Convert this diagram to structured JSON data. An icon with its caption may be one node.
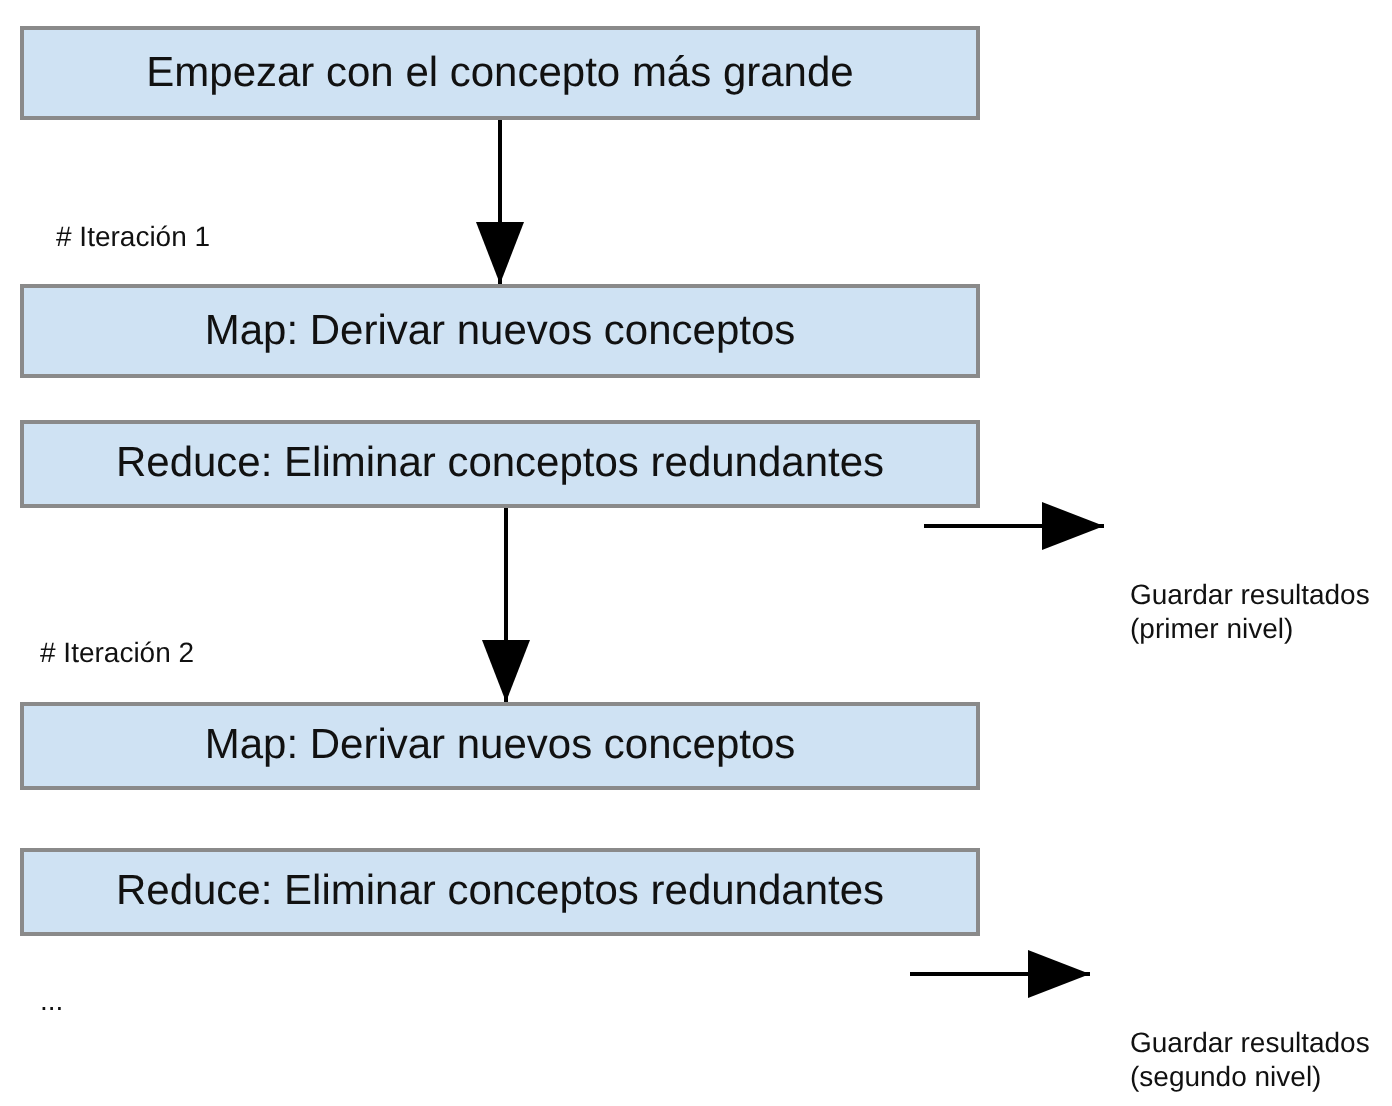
{
  "diagram": {
    "nodes": [
      {
        "text": [
          "Empezar con el concepto más grande"
        ]
      },
      {
        "text": [
          "Map: Derivar nuevos conceptos"
        ]
      },
      {
        "text": [
          "Reduce: Eliminar conceptos redundantes"
        ]
      },
      {
        "text": [
          "Map: Derivar nuevos conceptos"
        ]
      },
      {
        "text": [
          "Reduce: Eliminar conceptos redundantes"
        ]
      },
      {
        "text": [
          "Guardar resultados (primer nivel)"
        ]
      },
      {
        "text": [
          "Guardar resultados (segundo nivel)"
        ]
      }
    ],
    "edges": [
      {
        "from": 0,
        "to": 1,
        "arrow": "to"
      },
      {
        "from": 2,
        "to": 3,
        "arrow": "to"
      },
      {
        "from": 2,
        "to": 5,
        "arrow": "to"
      },
      {
        "from": 4,
        "to": 6,
        "arrow": "to"
      }
    ],
    "labels": [
      "# Iteración 1",
      "# Iteración 2",
      "..."
    ]
  }
}
